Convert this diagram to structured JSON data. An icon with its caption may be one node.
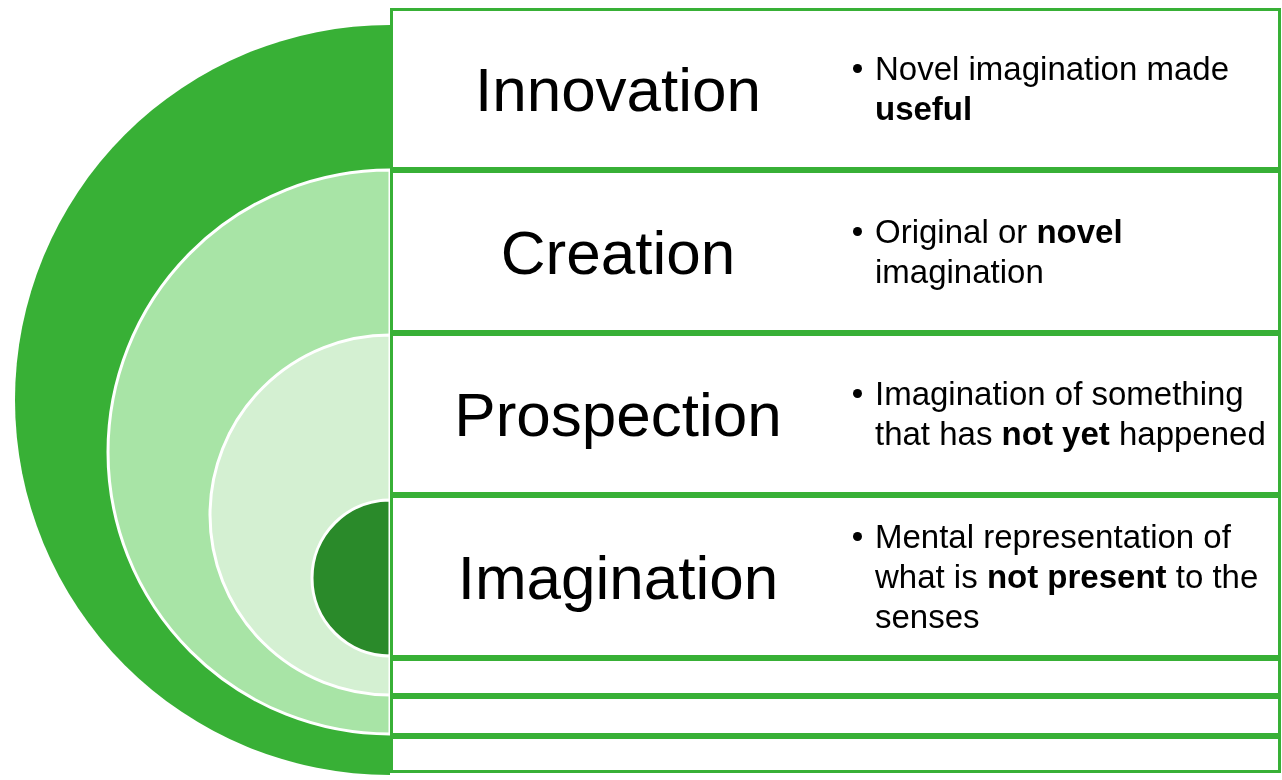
{
  "diagram": {
    "nodes": [
      {
        "text": [
          "Innovation",
          "Novel imagination made **useful**"
        ]
      },
      {
        "text": [
          "Creation",
          "Original or **novel** imagination"
        ]
      },
      {
        "text": [
          "Prospection",
          "Imagination of something that has **not yet** happened"
        ]
      },
      {
        "text": [
          "Imagination",
          "Mental representation of what is **not present** to the senses"
        ]
      },
      {
        "text": [],
        "shape": "box"
      },
      {
        "text": [],
        "shape": "box"
      },
      {
        "text": [],
        "shape": "box"
      }
    ]
  }
}
